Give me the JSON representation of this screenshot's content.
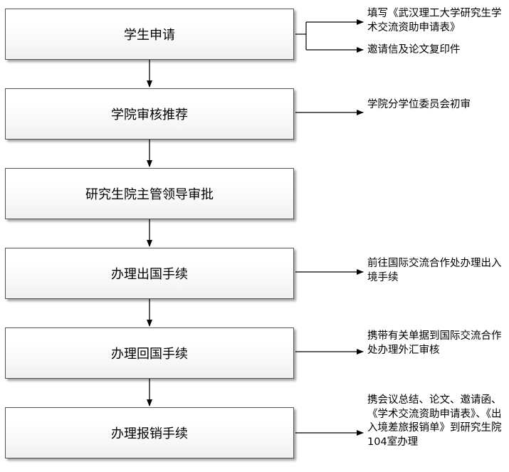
{
  "steps": [
    {
      "label": "学生申请"
    },
    {
      "label": "学院审核推荐"
    },
    {
      "label": "研究生院主管领导审批"
    },
    {
      "label": "办理出国手续"
    },
    {
      "label": "办理回国手续"
    },
    {
      "label": "办理报销手续"
    }
  ],
  "notes": {
    "apply_form": "填写《武汉理工大学研究生学术交流资助申请表》",
    "apply_letters": "邀请信及论文复印件",
    "review": "学院分学位委员会初审",
    "exit": "前往国际交流合作处办理出入境手续",
    "return": "携带有关单据到国际交流合作处办理外汇审核",
    "reimburse": "携会议总结、论文、邀请函、《学术交流资助申请表》、《出入境差旅报销单》到研究生院104室办理"
  },
  "colors": {
    "line": "#000000",
    "box_border": "#555555"
  }
}
